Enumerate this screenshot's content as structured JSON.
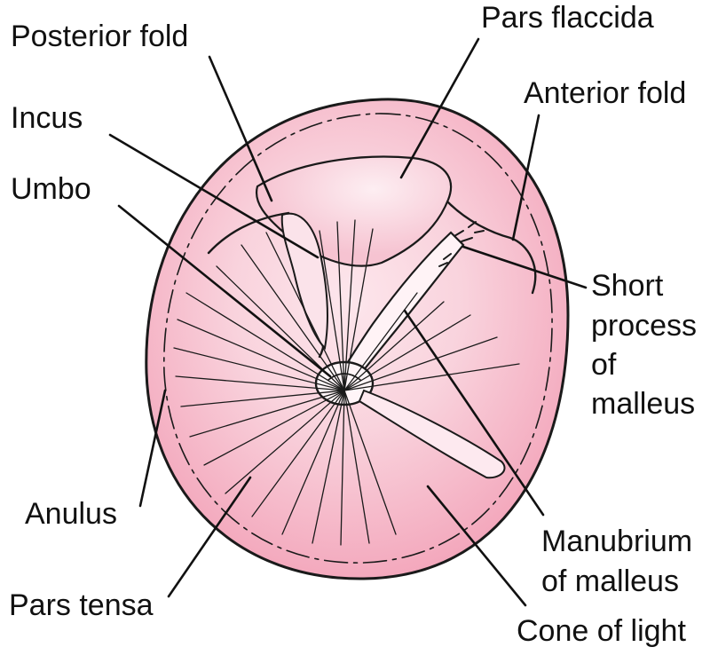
{
  "figure": {
    "labels": {
      "posterior_fold": "Posterior fold",
      "pars_flaccida": "Pars flaccida",
      "anterior_fold": "Anterior fold",
      "incus": "Incus",
      "umbo": "Umbo",
      "short_process": [
        "Short",
        "process",
        "of",
        "malleus"
      ],
      "anulus": "Anulus",
      "pars_tensa": "Pars tensa",
      "manubrium": [
        "Manubrium",
        "of malleus"
      ],
      "cone_of_light": "Cone of light"
    },
    "colors": {
      "membrane_outer": "#f3a6bb",
      "membrane_inner": "#f9d3dd",
      "highlight": "#fde6ec",
      "outline": "#1a1a1a",
      "label_text": "#111111"
    }
  }
}
